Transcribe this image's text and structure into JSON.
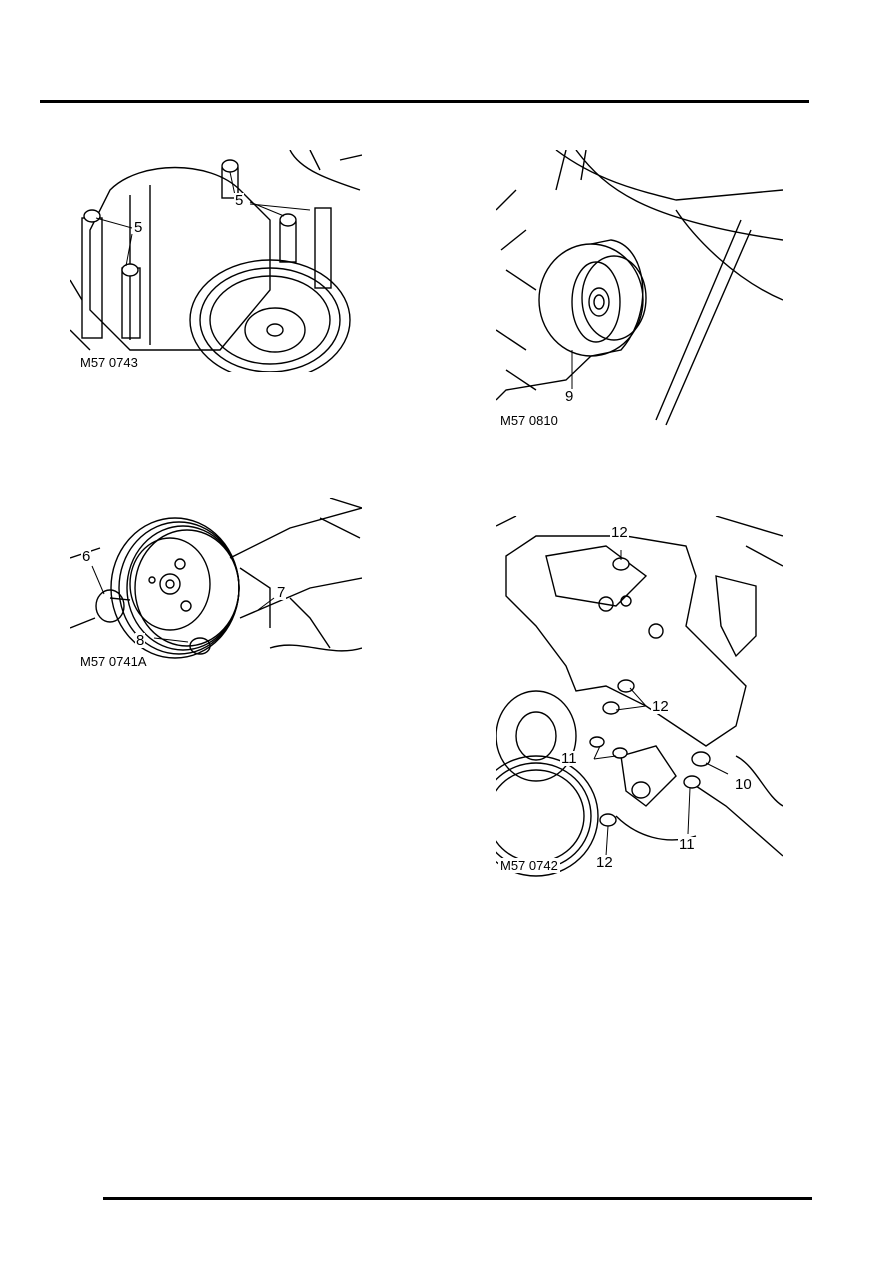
{
  "figures": [
    {
      "id": "fig-a",
      "code": "M57 0743",
      "callouts": [
        "5",
        "5"
      ]
    },
    {
      "id": "fig-b",
      "code": "M57 0810",
      "callouts": [
        "9"
      ]
    },
    {
      "id": "fig-c",
      "code": "M57 0741A",
      "callouts": [
        "6",
        "7",
        "8"
      ]
    },
    {
      "id": "fig-d",
      "code": "M57 0742",
      "callouts": [
        "12",
        "12",
        "11",
        "10",
        "11",
        "12"
      ]
    }
  ]
}
